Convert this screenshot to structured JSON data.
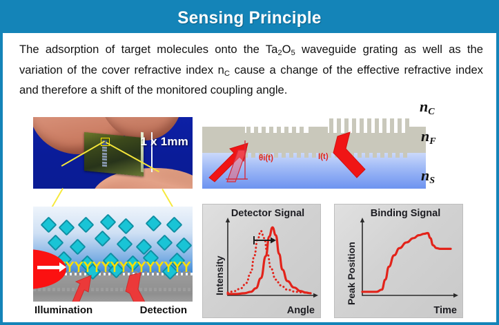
{
  "slide": {
    "title": "Sensing Principle",
    "accent_color": "#1484b8",
    "body_text_parts": {
      "p1": "The adsorption of target molecules onto the Ta",
      "sub1": "2",
      "p2": "O",
      "sub2": "5",
      "p3": " waveguide grating as well as the variation of the cover refractive index n",
      "sub3": "C",
      "p4": " cause a change of the effective refractive index and therefore a shift of the monitored coupling angle."
    }
  },
  "photo_panel": {
    "size_label": "1 x 1mm",
    "caption": ""
  },
  "waveguide_diagram": {
    "cover_index_label": "n",
    "cover_index_sub": "C",
    "film_index_label": "n",
    "film_index_sub": "F",
    "substrate_index_label": "n",
    "substrate_index_sub": "S",
    "incident_angle_label": "θi(t)",
    "intensity_label": "I(t)",
    "arrow_color": "#ee1b1b",
    "film_color": "#c9c8bb",
    "substrate_color": "#7fa5f0"
  },
  "molecule_panel": {
    "illumination_label": "Illumination",
    "detection_label": "Detection",
    "analyte_color": "#19c4d6",
    "receptor_color": "#ffe000",
    "beam_color": "#fb1111"
  },
  "chart_data": [
    {
      "type": "line",
      "title": "Detector Signal",
      "xlabel": "Angle",
      "ylabel": "Intensity",
      "grid": false,
      "legend": "none",
      "xlim": [
        0,
        100
      ],
      "ylim": [
        0,
        100
      ],
      "annotation": "peak shift arrow",
      "series": [
        {
          "name": "before binding (dotted)",
          "style": "dotted",
          "color": "#e2231a",
          "x": [
            0,
            8,
            16,
            22,
            28,
            32,
            36,
            40,
            44,
            48,
            52,
            58,
            64,
            72,
            82,
            92,
            100
          ],
          "y": [
            4,
            6,
            10,
            17,
            32,
            55,
            78,
            90,
            80,
            58,
            38,
            22,
            14,
            8,
            5,
            4,
            3
          ]
        },
        {
          "name": "after binding (solid)",
          "style": "solid",
          "color": "#e2231a",
          "x": [
            0,
            10,
            20,
            28,
            34,
            40,
            46,
            50,
            54,
            58,
            62,
            66,
            72,
            80,
            88,
            94,
            100
          ],
          "y": [
            2,
            2,
            3,
            5,
            10,
            24,
            55,
            82,
            95,
            84,
            58,
            36,
            20,
            11,
            6,
            4,
            3
          ]
        }
      ]
    },
    {
      "type": "line",
      "title": "Binding Signal",
      "xlabel": "Time",
      "ylabel": "Peak Position",
      "grid": false,
      "legend": "none",
      "xlim": [
        0,
        100
      ],
      "ylim": [
        0,
        100
      ],
      "series": [
        {
          "name": "binding kinetics",
          "style": "solid",
          "color": "#e2231a",
          "x": [
            0,
            8,
            16,
            22,
            26,
            30,
            36,
            42,
            50,
            58,
            64,
            70,
            74,
            77,
            80,
            84,
            88,
            94,
            100
          ],
          "y": [
            5,
            5,
            5,
            8,
            22,
            40,
            56,
            66,
            74,
            80,
            84,
            86,
            87,
            80,
            70,
            66,
            65,
            65,
            65
          ]
        }
      ]
    }
  ]
}
